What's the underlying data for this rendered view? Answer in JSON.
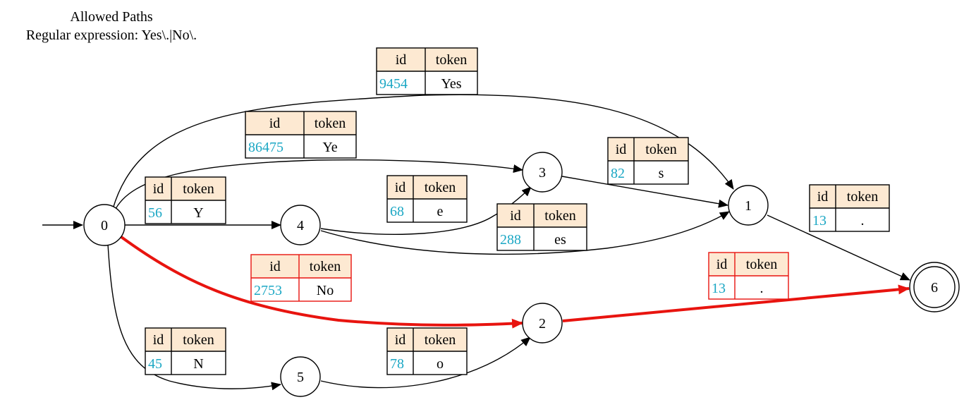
{
  "title": "Allowed Paths",
  "subtitle": "Regular expression: Yes\\.|No\\.",
  "colors": {
    "header_fill": "#fde9d2",
    "id_text": "#1ba7c4",
    "highlight": "#e8140f",
    "edge": "#000000"
  },
  "table_headers": {
    "id": "id",
    "token": "token"
  },
  "nodes": [
    {
      "key": "n0",
      "label": "0",
      "accepting": false
    },
    {
      "key": "n1",
      "label": "1",
      "accepting": false
    },
    {
      "key": "n2",
      "label": "2",
      "accepting": false
    },
    {
      "key": "n3",
      "label": "3",
      "accepting": false
    },
    {
      "key": "n4",
      "label": "4",
      "accepting": false
    },
    {
      "key": "n5",
      "label": "5",
      "accepting": false
    },
    {
      "key": "n6",
      "label": "6",
      "accepting": true
    }
  ],
  "edges": [
    {
      "key": "e0_1",
      "from": "0",
      "to": "1",
      "id": "9454",
      "token": "Yes",
      "highlighted": false
    },
    {
      "key": "e0_3",
      "from": "0",
      "to": "3",
      "id": "86475",
      "token": "Ye",
      "highlighted": false
    },
    {
      "key": "e3_1",
      "from": "3",
      "to": "1",
      "id": "82",
      "token": "s",
      "highlighted": false
    },
    {
      "key": "e0_4",
      "from": "0",
      "to": "4",
      "id": "56",
      "token": "Y",
      "highlighted": false
    },
    {
      "key": "e4_3",
      "from": "4",
      "to": "3",
      "id": "68",
      "token": "e",
      "highlighted": false
    },
    {
      "key": "e4_1",
      "from": "4",
      "to": "1",
      "id": "288",
      "token": "es",
      "highlighted": false
    },
    {
      "key": "e1_6",
      "from": "1",
      "to": "6",
      "id": "13",
      "token": ".",
      "highlighted": false
    },
    {
      "key": "e0_2",
      "from": "0",
      "to": "2",
      "id": "2753",
      "token": "No",
      "highlighted": true
    },
    {
      "key": "e2_6",
      "from": "2",
      "to": "6",
      "id": "13",
      "token": ".",
      "highlighted": true
    },
    {
      "key": "e0_5",
      "from": "0",
      "to": "5",
      "id": "45",
      "token": "N",
      "highlighted": false
    },
    {
      "key": "e5_2",
      "from": "5",
      "to": "2",
      "id": "78",
      "token": "o",
      "highlighted": false
    }
  ]
}
